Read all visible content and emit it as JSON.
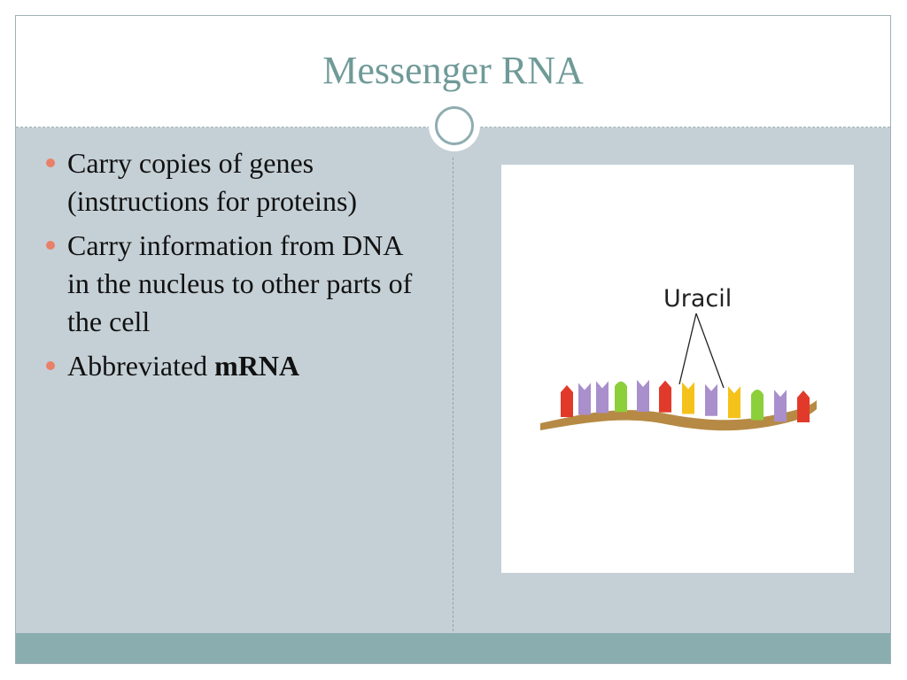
{
  "slide": {
    "title": "Messenger RNA",
    "bullets": [
      {
        "text": "Carry copies of genes (instructions for proteins)",
        "bold": ""
      },
      {
        "text": "Carry information from DNA in the nucleus to other parts of the cell",
        "bold": ""
      },
      {
        "text": "Abbreviated ",
        "bold": "mRNA"
      }
    ]
  },
  "figure": {
    "label": "Uracil",
    "colors": {
      "backbone": "#b68a45",
      "red": "#e23a2a",
      "purple": "#a98fcc",
      "green": "#8ccf3a",
      "yellow": "#f4c21a"
    }
  },
  "theme": {
    "title_color": "#6f9a98",
    "content_bg": "#c5d0d6",
    "accent_bar": "#8aadb0",
    "bullet_color": "#e8806a"
  }
}
